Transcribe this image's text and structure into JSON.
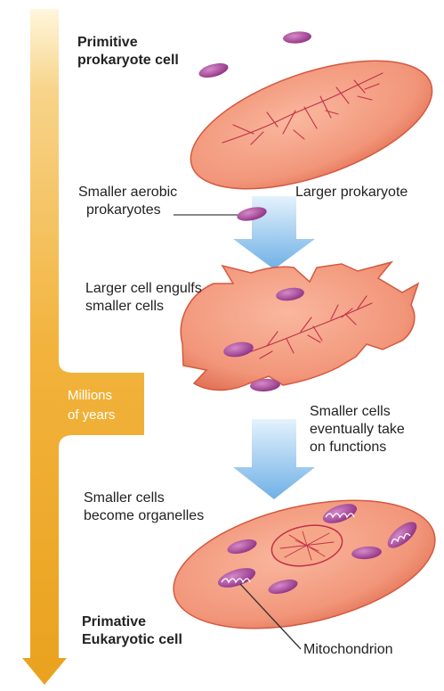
{
  "timeline": {
    "label_line1": "Millions",
    "label_line2": "of years"
  },
  "stages": {
    "primitive_prokaryote": {
      "line1": "Primitive",
      "line2": "prokaryote cell"
    },
    "smaller_aerobic": {
      "line1": "Smaller aerobic",
      "line2": "prokaryotes"
    },
    "larger_prokaryote": {
      "label": "Larger prokaryote"
    },
    "engulfs": {
      "line1": "Larger cell engulfs",
      "line2": "smaller cells"
    },
    "take_functions": {
      "line1": "Smaller cells",
      "line2": "eventually take",
      "line3": "on functions"
    },
    "become_organelles": {
      "line1": "Smaller cells",
      "line2": "become organelles"
    },
    "eukaryotic": {
      "line1": "Primative",
      "line2": "Eukaryotic cell"
    },
    "mitochondrion": {
      "label": "Mitochondrion"
    }
  },
  "colors": {
    "timeline": "#F2B33D",
    "cell_fill": "#F2967A",
    "cell_edge": "#D5583F",
    "dna": "#C2304A",
    "prokaryote": "#9B3E8E",
    "arrow": "#8FC3EC"
  }
}
